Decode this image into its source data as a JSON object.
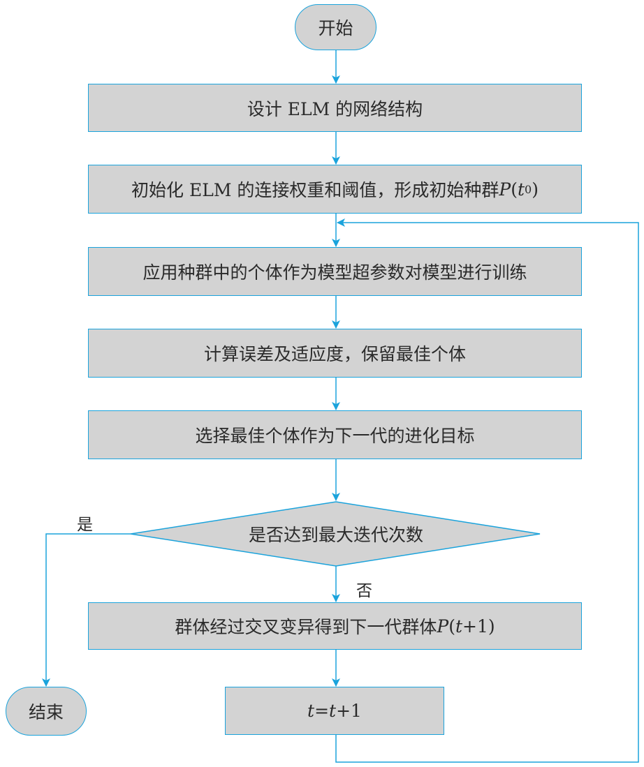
{
  "nodes": {
    "start": "开始",
    "design": "设计 ELM 的网络结构",
    "init": {
      "prefix": "初始化 ELM 的连接权重和阈值，形成初始种群 ",
      "p": "P",
      "open": "(",
      "t": "t",
      "sub": "0",
      "close": ")"
    },
    "train": "应用种群中的个体作为模型超参数对模型进行训练",
    "calc": "计算误差及适应度，保留最佳个体",
    "select": "选择最佳个体作为下一代的进化目标",
    "decision": "是否达到最大迭代次数",
    "evolve": {
      "prefix": "群体经过交叉变异得到下一代群体 ",
      "p": "P",
      "open": "(",
      "t": "t",
      "plus": "+1)"
    },
    "increment": {
      "t1": "t",
      "eq": "=",
      "t2": "t",
      "plus": "+1"
    },
    "end": "结束"
  },
  "edges": {
    "yes": "是",
    "no": "否"
  },
  "colors": {
    "stroke": "#1aa3dc",
    "fill": "#d3d3d3",
    "text": "#2a2a2a"
  }
}
